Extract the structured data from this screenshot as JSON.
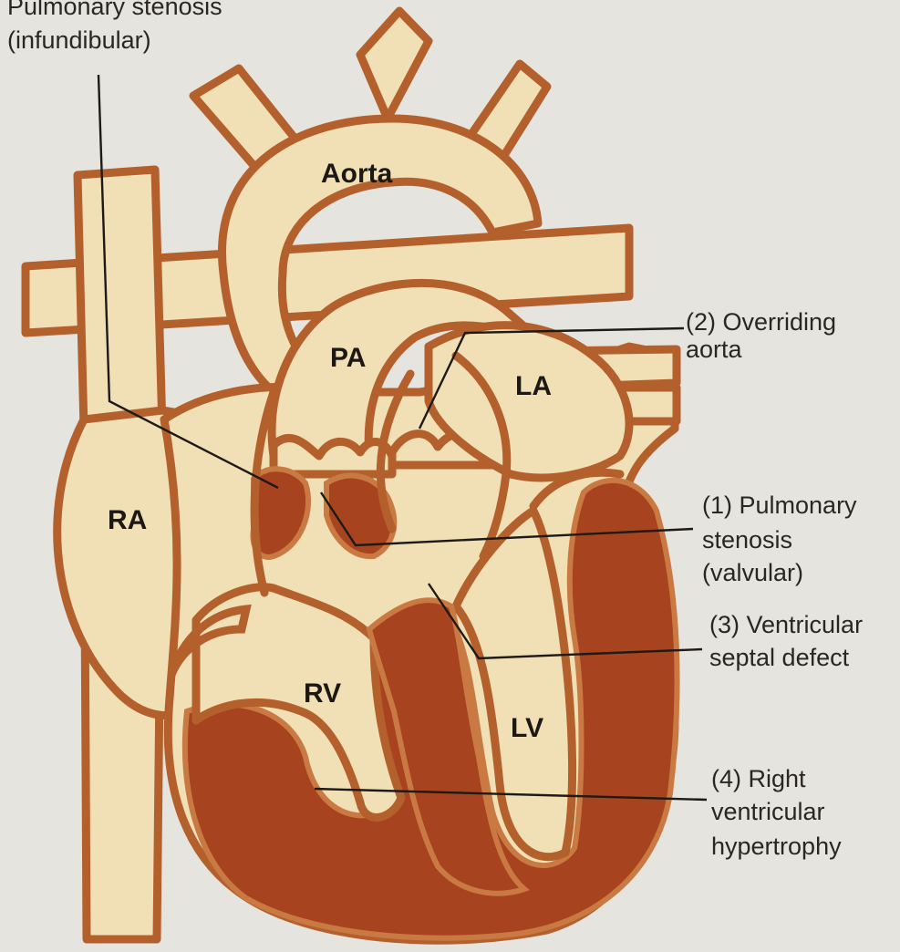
{
  "chambers": {
    "aorta": "Aorta",
    "pa": "PA",
    "la": "LA",
    "ra": "RA",
    "rv": "RV",
    "lv": "LV"
  },
  "callouts": {
    "pulmonary_infundibular": [
      "Pulmonary stenosis",
      "(infundibular)"
    ],
    "overriding_aorta": [
      "(2) Overriding",
      "aorta"
    ],
    "pulmonary_valvular": [
      "(1) Pulmonary",
      "stenosis",
      "(valvular)"
    ],
    "vsd": [
      "(3) Ventricular",
      "septal defect"
    ],
    "rvh": [
      "(4) Right",
      "ventricular",
      "hypertrophy"
    ]
  },
  "colors": {
    "background": "#e6e4df",
    "vessel_fill": "#f1dfb6",
    "vessel_wall": "#b4602c",
    "muscle": "#a8431f",
    "leader_line": "#1d1a17"
  }
}
